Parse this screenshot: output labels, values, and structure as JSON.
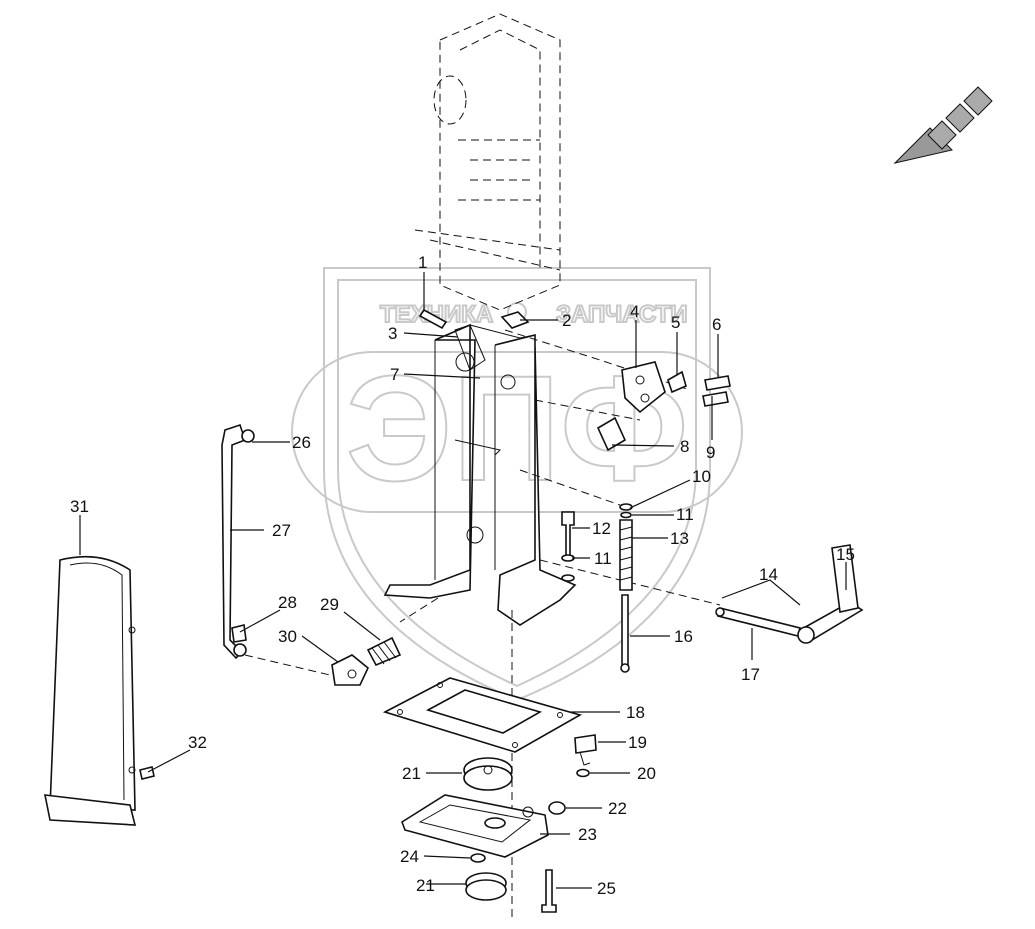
{
  "watermark": {
    "left_word": "ТЕХНИКА",
    "right_word": "ЗАПЧАСТИ",
    "logo_letters": "ЭПФ"
  },
  "callouts": [
    {
      "id": "c1",
      "text": "1"
    },
    {
      "id": "c2",
      "text": "2"
    },
    {
      "id": "c3",
      "text": "3"
    },
    {
      "id": "c4",
      "text": "4"
    },
    {
      "id": "c5",
      "text": "5"
    },
    {
      "id": "c6",
      "text": "6"
    },
    {
      "id": "c7",
      "text": "7"
    },
    {
      "id": "c8",
      "text": "8"
    },
    {
      "id": "c9",
      "text": "9"
    },
    {
      "id": "c10",
      "text": "10"
    },
    {
      "id": "c11a",
      "text": "11"
    },
    {
      "id": "c11b",
      "text": "11"
    },
    {
      "id": "c12",
      "text": "12"
    },
    {
      "id": "c13",
      "text": "13"
    },
    {
      "id": "c14",
      "text": "14"
    },
    {
      "id": "c15",
      "text": "15"
    },
    {
      "id": "c16",
      "text": "16"
    },
    {
      "id": "c17",
      "text": "17"
    },
    {
      "id": "c18",
      "text": "18"
    },
    {
      "id": "c19",
      "text": "19"
    },
    {
      "id": "c20",
      "text": "20"
    },
    {
      "id": "c21a",
      "text": "21"
    },
    {
      "id": "c21b",
      "text": "21"
    },
    {
      "id": "c22",
      "text": "22"
    },
    {
      "id": "c23",
      "text": "23"
    },
    {
      "id": "c24",
      "text": "24"
    },
    {
      "id": "c25",
      "text": "25"
    },
    {
      "id": "c26",
      "text": "26"
    },
    {
      "id": "c27",
      "text": "27"
    },
    {
      "id": "c28",
      "text": "28"
    },
    {
      "id": "c29",
      "text": "29"
    },
    {
      "id": "c30",
      "text": "30"
    },
    {
      "id": "c31",
      "text": "31"
    },
    {
      "id": "c32",
      "text": "32"
    }
  ]
}
